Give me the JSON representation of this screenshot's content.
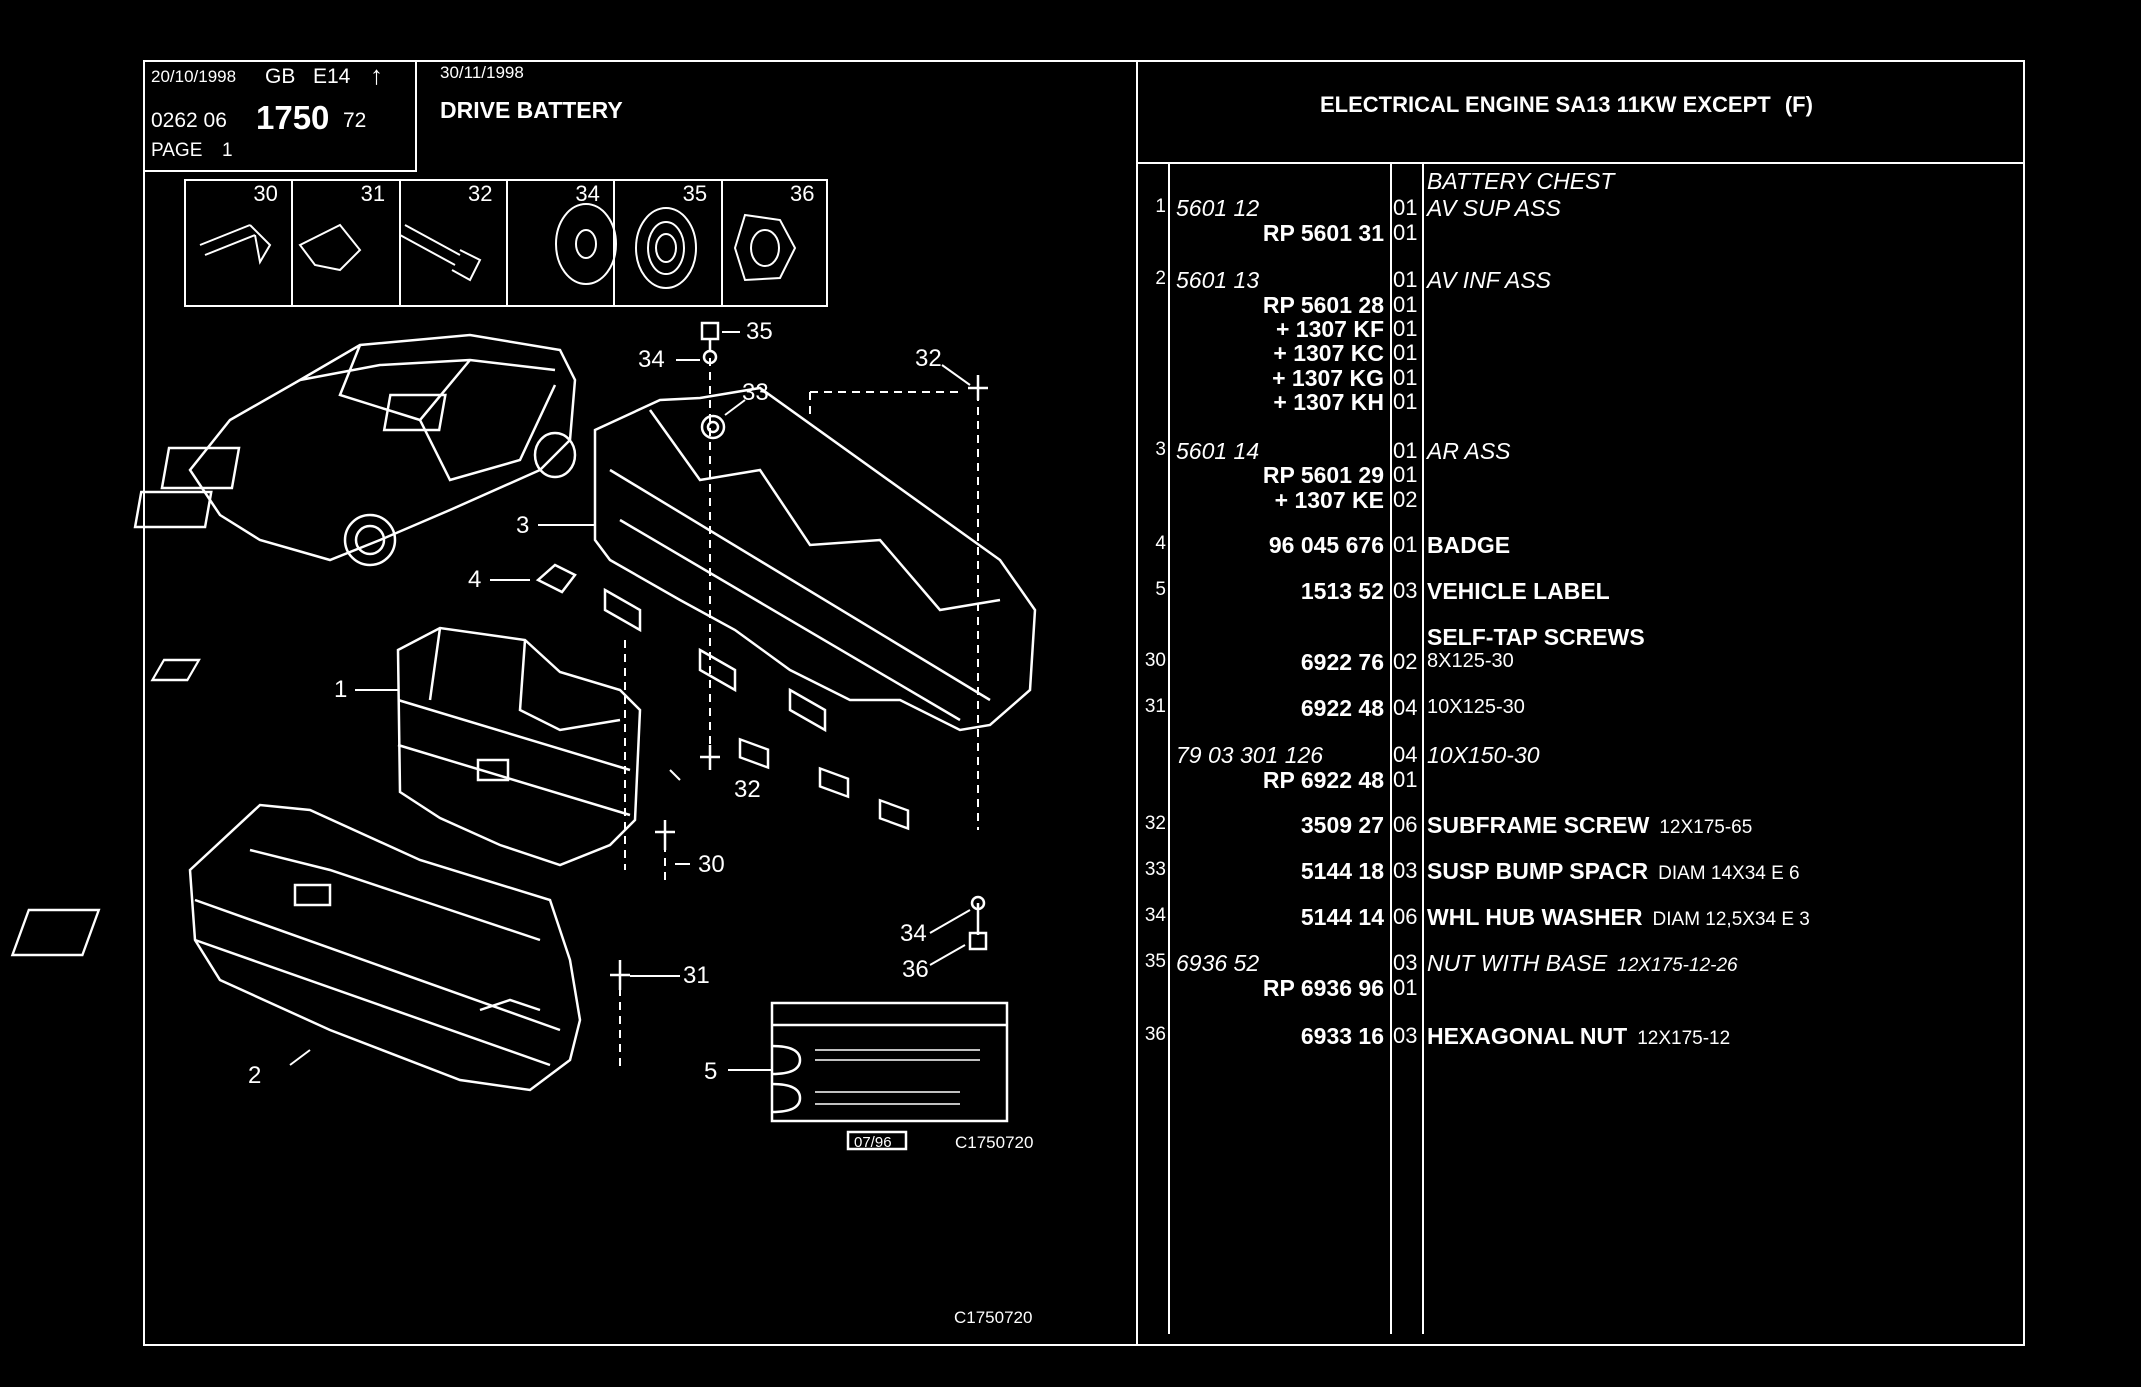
{
  "header": {
    "date1": "20/10/1998",
    "market": "GB",
    "code": "E14",
    "arrow": "↑",
    "catalog_prefix": "0262 06",
    "catalog_main": "1750",
    "catalog_suffix": "72",
    "page_label": "PAGE",
    "page_number": "1",
    "date2": "30/11/1998",
    "group_title": "DRIVE BATTERY",
    "engine_title": "ELECTRICAL ENGINE SA13 11KW EXCEPT",
    "engine_suffix": "(F)"
  },
  "hardware_strip": [
    "30",
    "31",
    "32",
    "34",
    "35",
    "36"
  ],
  "diagram": {
    "callouts": [
      "1",
      "2",
      "3",
      "4",
      "5",
      "30",
      "31",
      "32",
      "32",
      "33",
      "34",
      "34",
      "35",
      "36"
    ],
    "label_date": "07/96",
    "label_code": "C1750720",
    "footer_code": "C1750720"
  },
  "parts": [
    {
      "item": "",
      "ref": "",
      "qty": "",
      "desc": "BATTERY CHEST",
      "italic": true
    },
    {
      "item": "1",
      "ref": "5601 12",
      "qty": "01",
      "desc": "AV SUP ASS",
      "italic": true
    },
    {
      "item": "",
      "ref": "RP  5601 31",
      "qty": "01",
      "desc": "",
      "italic": false
    },
    {
      "item": "2",
      "ref": "5601 13",
      "qty": "01",
      "desc": "AV INF ASS",
      "italic": true
    },
    {
      "item": "",
      "ref": "RP  5601 28",
      "qty": "01",
      "desc": "",
      "italic": false
    },
    {
      "item": "",
      "ref": "+  1307 KF",
      "qty": "01",
      "desc": "",
      "italic": false
    },
    {
      "item": "",
      "ref": "+  1307 KC",
      "qty": "01",
      "desc": "",
      "italic": false
    },
    {
      "item": "",
      "ref": "+  1307 KG",
      "qty": "01",
      "desc": "",
      "italic": false
    },
    {
      "item": "",
      "ref": "+  1307 KH",
      "qty": "01",
      "desc": "",
      "italic": false
    },
    {
      "item": "3",
      "ref": "5601 14",
      "qty": "01",
      "desc": "AR ASS",
      "italic": true
    },
    {
      "item": "",
      "ref": "RP  5601 29",
      "qty": "01",
      "desc": "",
      "italic": false
    },
    {
      "item": "",
      "ref": "+  1307 KE",
      "qty": "02",
      "desc": "",
      "italic": false
    },
    {
      "item": "4",
      "ref": "96 045 676",
      "qty": "01",
      "desc": "BADGE",
      "italic": false
    },
    {
      "item": "5",
      "ref": "1513 52",
      "qty": "03",
      "desc": "VEHICLE LABEL",
      "italic": false
    },
    {
      "item": "",
      "ref": "",
      "qty": "",
      "desc": "SELF-TAP SCREWS",
      "italic": false
    },
    {
      "item": "30",
      "ref": "6922 76",
      "qty": "02",
      "desc": "8X125-30",
      "italic": false
    },
    {
      "item": "31",
      "ref": "6922 48",
      "qty": "04",
      "desc": "10X125-30",
      "italic": false
    },
    {
      "item": "",
      "ref": "79 03 301 126",
      "qty": "04",
      "desc": "10X150-30",
      "italic": true
    },
    {
      "item": "",
      "ref": "RP  6922 48",
      "qty": "01",
      "desc": "",
      "italic": false
    },
    {
      "item": "32",
      "ref": "3509 27",
      "qty": "06",
      "desc": "SUBFRAME SCREW",
      "desc2": "12X175-65",
      "italic": false
    },
    {
      "item": "33",
      "ref": "5144 18",
      "qty": "03",
      "desc": "SUSP BUMP SPACR",
      "desc2": "DIAM 14X34 E 6",
      "italic": false
    },
    {
      "item": "34",
      "ref": "5144 14",
      "qty": "06",
      "desc": "WHL HUB WASHER",
      "desc2": "DIAM 12,5X34 E 3",
      "italic": false
    },
    {
      "item": "35",
      "ref": "6936 52",
      "qty": "03",
      "desc": "NUT WITH BASE",
      "desc2": "12X175-12-26",
      "italic": true
    },
    {
      "item": "",
      "ref": "RP  6936 96",
      "qty": "01",
      "desc": "",
      "italic": false
    },
    {
      "item": "36",
      "ref": "6933 16",
      "qty": "03",
      "desc": "HEXAGONAL NUT",
      "desc2": "12X175-12",
      "italic": false
    }
  ]
}
